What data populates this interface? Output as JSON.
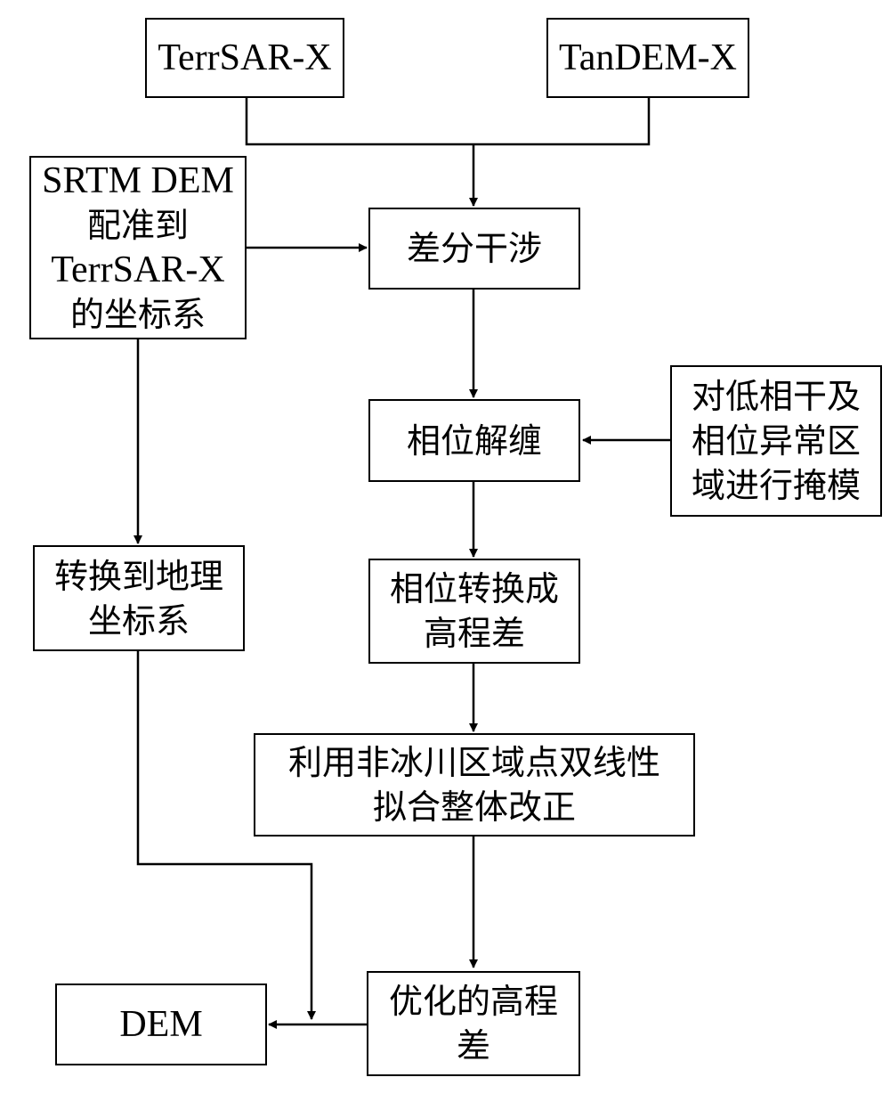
{
  "nodes": {
    "terrsar": [
      "TerrSAR-X"
    ],
    "tandem": [
      "TanDEM-X"
    ],
    "srtm": [
      "SRTM DEM",
      "配准到",
      "TerrSAR-X",
      "的坐标系"
    ],
    "diff": [
      "差分干涉"
    ],
    "unwrap": [
      "相位解缠"
    ],
    "mask": [
      "对低相干及",
      "相位异常区",
      "域进行掩模"
    ],
    "convert_geo": [
      "转换到地理",
      "坐标系"
    ],
    "phase_to_height": [
      "相位转换成",
      "高程差"
    ],
    "fit_correct": [
      "利用非冰川区域点双线性",
      "拟合整体改正"
    ],
    "optimized": [
      "优化的高程",
      "差"
    ],
    "dem": [
      "DEM"
    ]
  }
}
